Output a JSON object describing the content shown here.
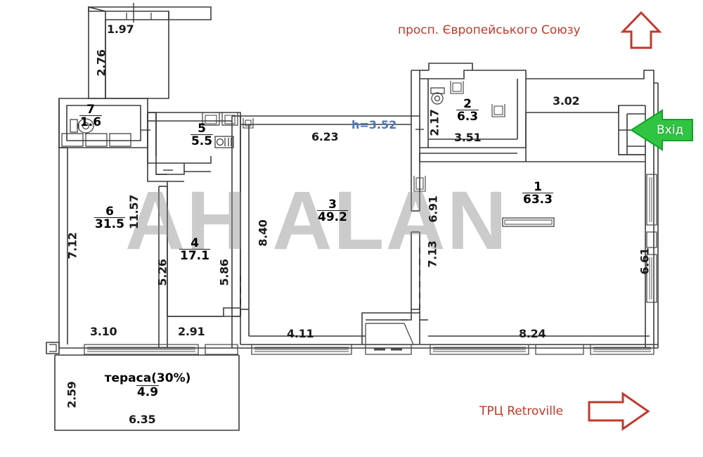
{
  "document": {
    "type": "apartment-floor-plan",
    "watermark": "АН  ALAN",
    "ceiling_height_note": "h=3.52",
    "ceiling_height_color": "#4f76b8"
  },
  "annotations": {
    "street_label": "просп. Європейського Союзу",
    "street_arrow_direction": "up",
    "street_color": "#c0392b",
    "mall_label": "ТРЦ Retroville",
    "mall_arrow_direction": "right",
    "mall_color": "#c0392b",
    "entrance_label": "Вхід",
    "entrance_arrow_direction": "left",
    "entrance_color": "#27c040"
  },
  "rooms": [
    {
      "id": "room-1",
      "number": "1",
      "area": "63.3"
    },
    {
      "id": "room-2",
      "number": "2",
      "area": "6.3"
    },
    {
      "id": "room-3",
      "number": "3",
      "area": "49.2"
    },
    {
      "id": "room-4",
      "number": "4",
      "area": "17.1"
    },
    {
      "id": "room-5",
      "number": "5",
      "area": "5.5"
    },
    {
      "id": "room-6",
      "number": "6",
      "area": "31.5"
    },
    {
      "id": "room-7",
      "number": "7",
      "area": "1.6"
    }
  ],
  "terrace": {
    "label": "тераса(30%)",
    "area": "4.9"
  },
  "dimensions": {
    "top_small_width": "1.97",
    "top_small_height": "2.76",
    "left_outer_height": "7.12",
    "room6_inner_height": "11.57",
    "room6_bottom_width": "3.10",
    "room4_left_height": "5.26",
    "room4_bottom_width": "2.91",
    "corridor_height": "5.86",
    "room3_left_height": "8.40",
    "room3_bottom_width": "4.11",
    "room3_top_width": "6.23",
    "room2_left_height": "2.17",
    "room2_bottom_width": "3.51",
    "center_right_height": "6.91",
    "room1_left_height": "7.13",
    "top_right_width": "3.02",
    "room1_right_height": "6.61",
    "room1_bottom_width": "8.24",
    "terrace_left_height": "2.59",
    "terrace_bottom_width": "6.35"
  }
}
